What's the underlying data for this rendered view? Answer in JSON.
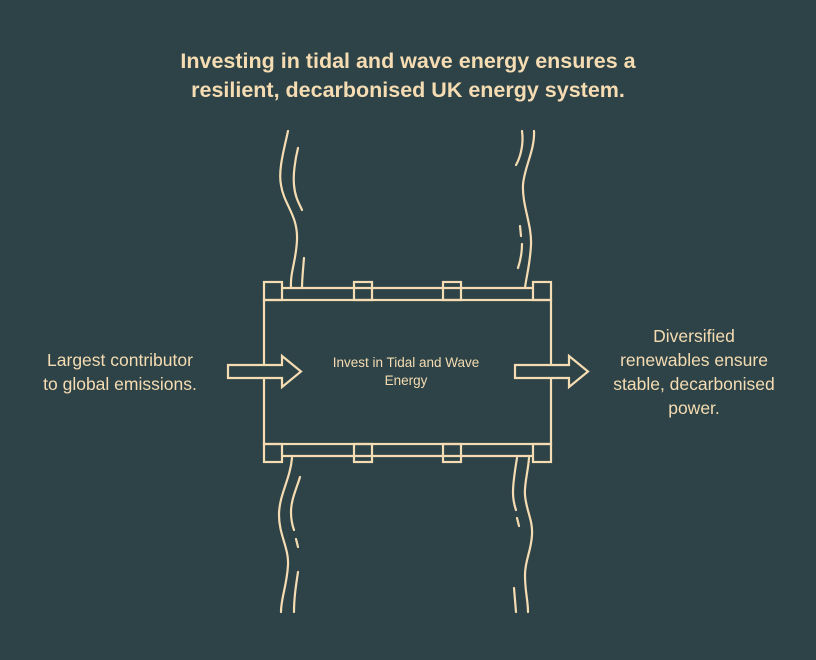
{
  "title": {
    "lines": [
      "Investing in tidal and wave energy ensures a",
      "resilient, decarbonised UK energy system."
    ]
  },
  "process": {
    "label_lines": [
      "Invest in Tidal and Wave",
      "Energy"
    ]
  },
  "input": {
    "lines": [
      "Largest contributor",
      "to global emissions."
    ]
  },
  "output": {
    "lines": [
      "Diversified",
      "renewables ensure",
      "stable, decarbonised",
      "power."
    ]
  },
  "colors": {
    "background": "#2d4347",
    "accent": "#f5dcb2"
  },
  "icons": [
    "input-arrow-icon",
    "output-arrow-icon",
    "pipe-icon",
    "water-flow-icon"
  ]
}
